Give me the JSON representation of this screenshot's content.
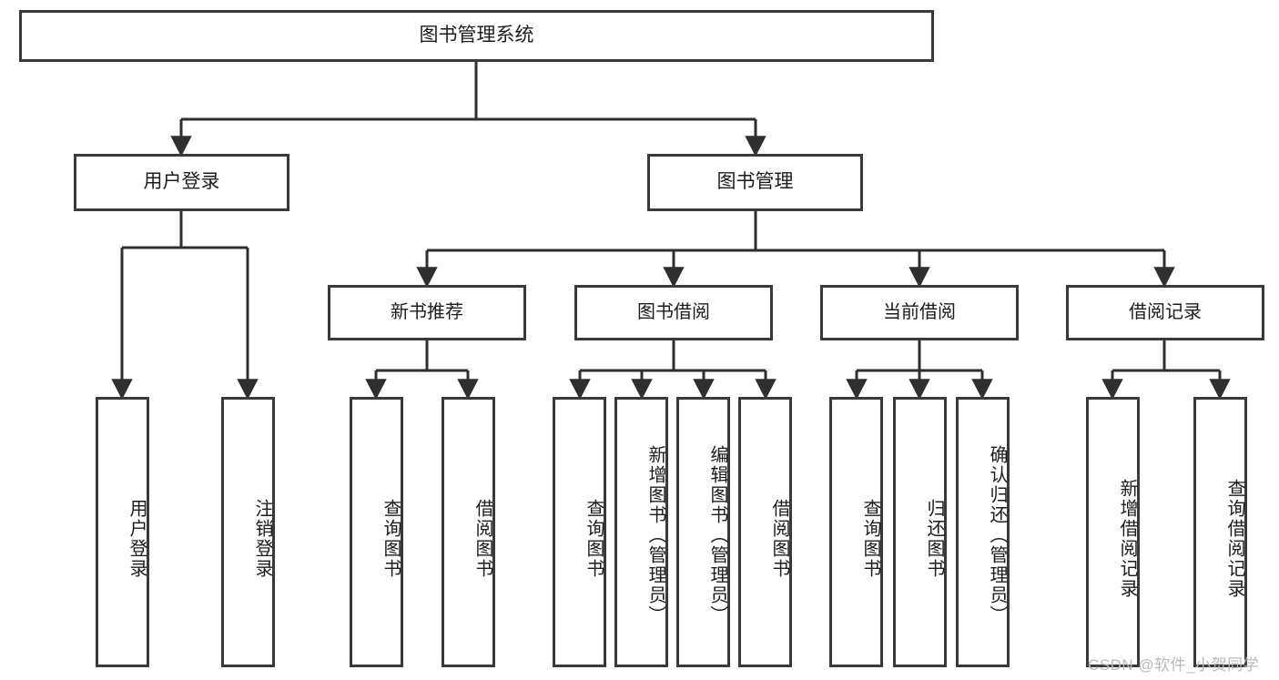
{
  "diagram": {
    "title": "图书管理系统",
    "type": "hierarchy-tree",
    "watermark": "CSDN @软件_小贺同学",
    "colors": {
      "box_border": "#3a3a3a",
      "box_fill": "#ffffff",
      "link": "#2f2f2f",
      "text": "#1c1c1c",
      "watermark": "#b9b9b9"
    },
    "nodes": {
      "root": {
        "label": "图书管理系统"
      },
      "level2": [
        {
          "label": "用户登录"
        },
        {
          "label": "图书管理"
        }
      ],
      "level3": [
        {
          "label": "新书推荐"
        },
        {
          "label": "图书借阅"
        },
        {
          "label": "当前借阅"
        },
        {
          "label": "借阅记录"
        }
      ],
      "leaves": {
        "user_login": [
          {
            "label": "用户登录"
          },
          {
            "label": "注销登录"
          }
        ],
        "new_book": [
          {
            "label": "查询图书"
          },
          {
            "label": "借阅图书"
          }
        ],
        "book_borrow": [
          {
            "label": "查询图书"
          },
          {
            "label": "新增图书（管理员）"
          },
          {
            "label": "编辑图书（管理员）"
          },
          {
            "label": "借阅图书"
          }
        ],
        "current_borrow": [
          {
            "label": "查询图书"
          },
          {
            "label": "归还图书"
          },
          {
            "label": "确认归还（管理员）"
          }
        ],
        "borrow_record": [
          {
            "label": "新增借阅记录"
          },
          {
            "label": "查询借阅记录"
          }
        ]
      }
    }
  }
}
